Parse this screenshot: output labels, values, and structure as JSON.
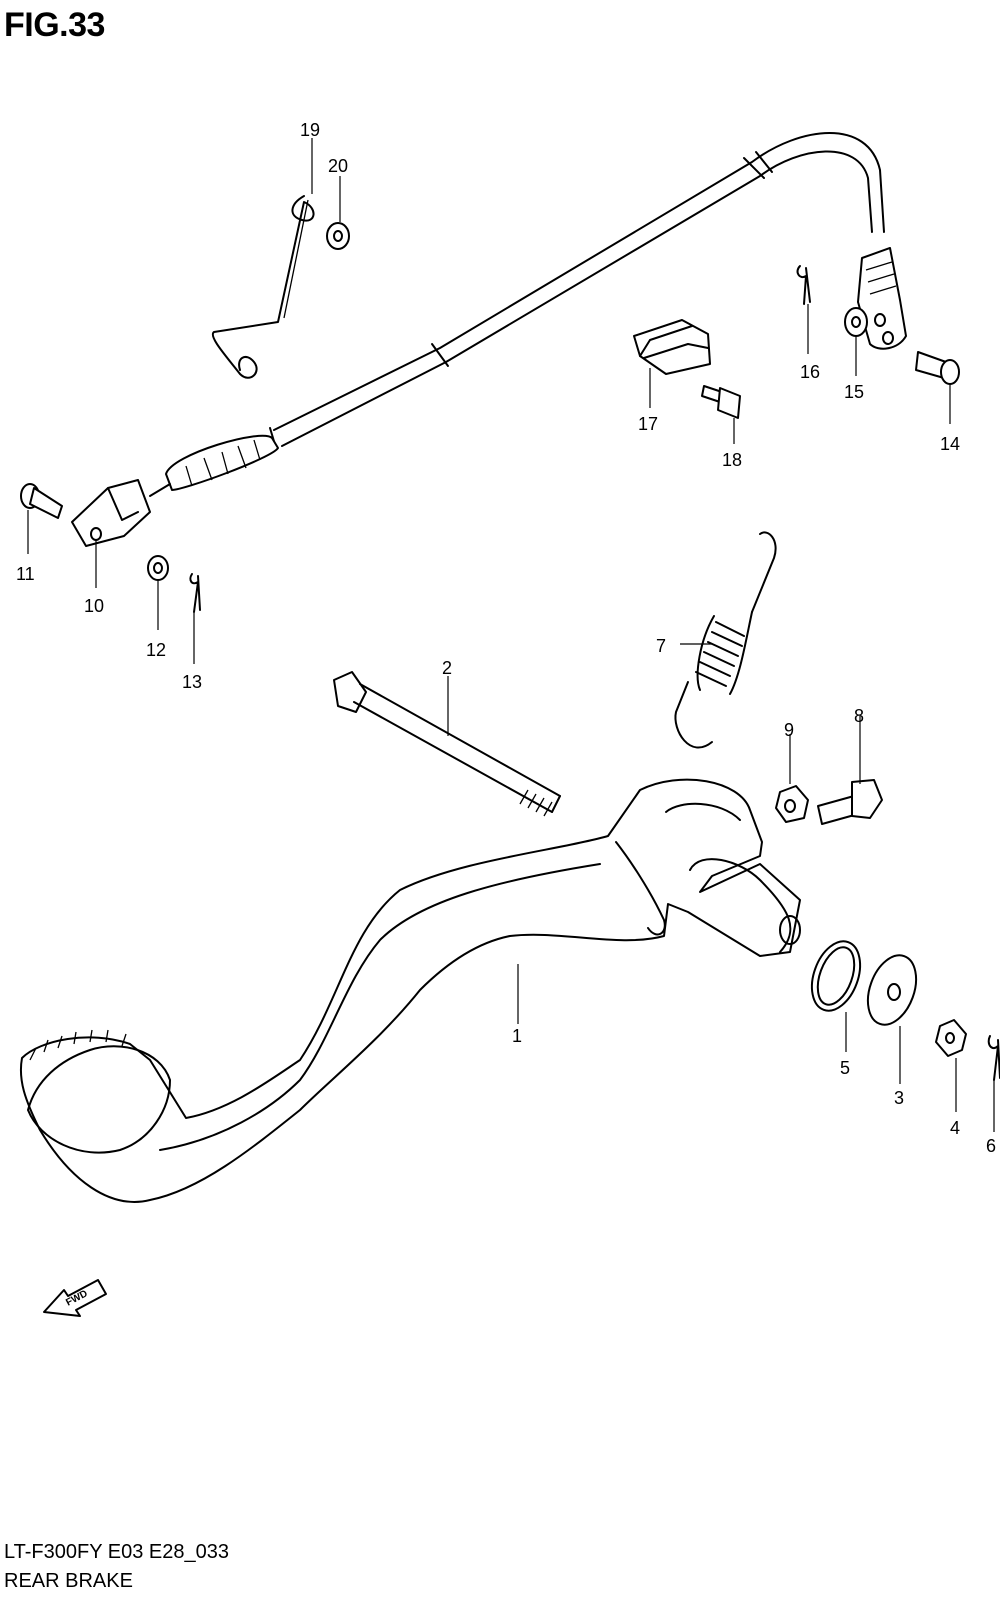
{
  "figure": {
    "title": "FIG.33",
    "code": "LT-F300FY E03 E28_033",
    "name": "REAR BRAKE"
  },
  "direction_marker": {
    "label": "FWD",
    "icon": "fwd-arrow-icon"
  },
  "callouts": [
    {
      "id": "1",
      "label": "1"
    },
    {
      "id": "2",
      "label": "2"
    },
    {
      "id": "3",
      "label": "3"
    },
    {
      "id": "4",
      "label": "4"
    },
    {
      "id": "5",
      "label": "5"
    },
    {
      "id": "6",
      "label": "6"
    },
    {
      "id": "7",
      "label": "7"
    },
    {
      "id": "8",
      "label": "8"
    },
    {
      "id": "9",
      "label": "9"
    },
    {
      "id": "10",
      "label": "10"
    },
    {
      "id": "11",
      "label": "11"
    },
    {
      "id": "12",
      "label": "12"
    },
    {
      "id": "13",
      "label": "13"
    },
    {
      "id": "14",
      "label": "14"
    },
    {
      "id": "15",
      "label": "15"
    },
    {
      "id": "16",
      "label": "16"
    },
    {
      "id": "17",
      "label": "17"
    },
    {
      "id": "18",
      "label": "18"
    },
    {
      "id": "19",
      "label": "19"
    },
    {
      "id": "20",
      "label": "20"
    }
  ]
}
